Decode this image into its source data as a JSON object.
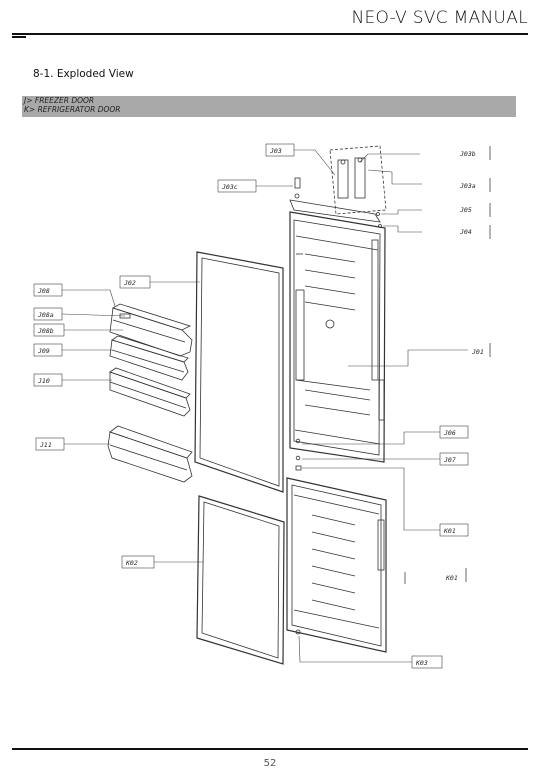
{
  "header": {
    "title": "NEO-V SVC MANUAL"
  },
  "section": {
    "title": "8-1. Exploded View"
  },
  "legend": {
    "line1": "J> FREEZER DOOR",
    "line2": "K> REFRIGERATOR DOOR"
  },
  "parts": {
    "j03": "J03",
    "j03b": "J03b",
    "j03c": "J03c",
    "j03a": "J03a",
    "j05": "J05",
    "j04": "J04",
    "j02": "J02",
    "j08": "J08",
    "j08a": "J08a",
    "j08b": "J08b",
    "j09": "J09",
    "j01": "J01",
    "j10": "J10",
    "j06": "J06",
    "j07": "J07",
    "j11": "J11",
    "k01a": "K01",
    "k02": "K02",
    "k01b": "K01",
    "k03": "K03"
  },
  "footer": {
    "page_number": "52"
  }
}
